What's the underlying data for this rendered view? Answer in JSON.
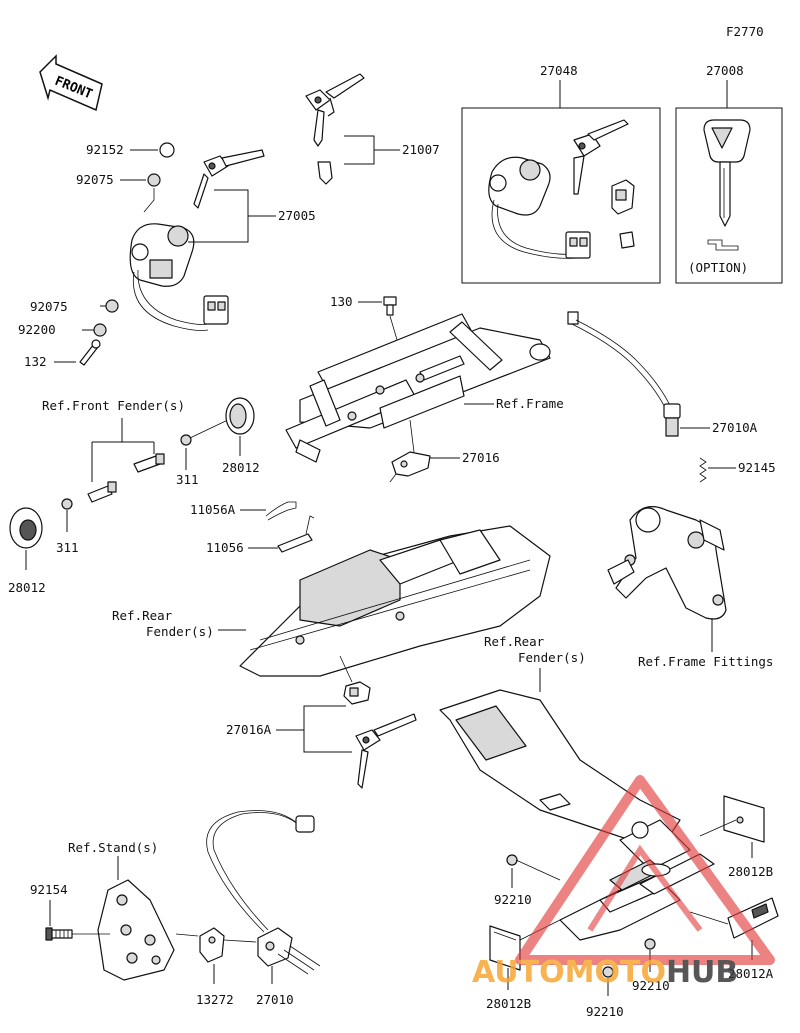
{
  "figure_code": "F2770",
  "front_label": "FRONT",
  "labels": {
    "p27048": "27048",
    "p27008": "27008",
    "option": "(OPTION)",
    "p21007": "21007",
    "p92152": "92152",
    "p92075a": "92075",
    "p27005": "27005",
    "p92075b": "92075",
    "p92200": "92200",
    "p132": "132",
    "p130": "130",
    "ref_frame": "Ref.Frame",
    "p27016": "27016",
    "ref_front_fender": "Ref.Front Fender(s)",
    "p311a": "311",
    "p28012a": "28012",
    "p311b": "311",
    "p28012b": "28012",
    "p27010A": "27010A",
    "p92145": "92145",
    "p11056A": "11056A",
    "p11056": "11056",
    "ref_rear_fender_1a": "Ref.Rear",
    "ref_rear_fender_1b": "Fender(s)",
    "ref_frame_fittings": "Ref.Frame Fittings",
    "p27016A": "27016A",
    "ref_rear_fender_2a": "Ref.Rear",
    "ref_rear_fender_2b": "Fender(s)",
    "ref_stand": "Ref.Stand(s)",
    "p92154": "92154",
    "p13272": "13272",
    "p27010": "27010",
    "p92210a": "92210",
    "p28012B_a": "28012B",
    "p92210b": "92210",
    "p92210c": "92210",
    "p28012B_b": "28012B",
    "p28012A": "28012A"
  },
  "watermark": {
    "part1": "AUTO",
    "part2": "MOTO",
    "part3": "HUB",
    "color_orange": "#f6a533",
    "color_red": "#e23b3b",
    "color_dark": "#3a3a3a"
  }
}
